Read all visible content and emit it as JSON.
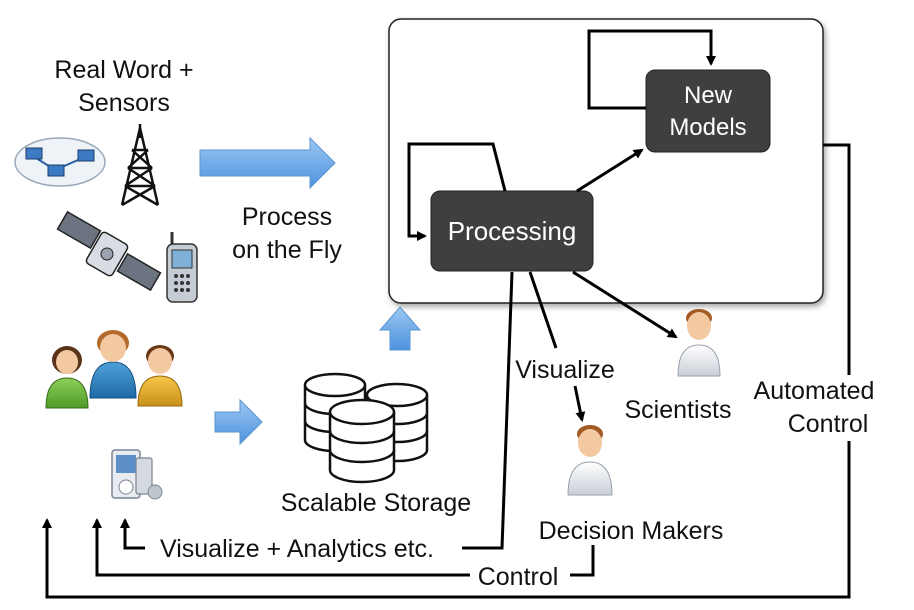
{
  "labels": {
    "real_world_line1": "Real Word +",
    "real_world_line2": "Sensors",
    "process_line1": "Process",
    "process_line2": "on the Fly",
    "processing": "Processing",
    "new_models_line1": "New",
    "new_models_line2": "Models",
    "visualize": "Visualize",
    "scientists": "Scientists",
    "automated_line1": "Automated",
    "automated_line2": "Control",
    "decision_makers": "Decision Makers",
    "scalable_storage": "Scalable Storage",
    "visualize_analytics": "Visualize + Analytics etc.",
    "control": "Control"
  },
  "colors": {
    "node_fill": "#3f3f3f",
    "arrow_blue": "#6aa8e6",
    "line": "#000000"
  },
  "icons": [
    "network-cloud-icon",
    "radio-tower-icon",
    "satellite-icon",
    "cell-phone-icon",
    "people-group-icon",
    "media-devices-icon",
    "database-icon",
    "scientist-person-icon",
    "decision-maker-person-icon"
  ]
}
